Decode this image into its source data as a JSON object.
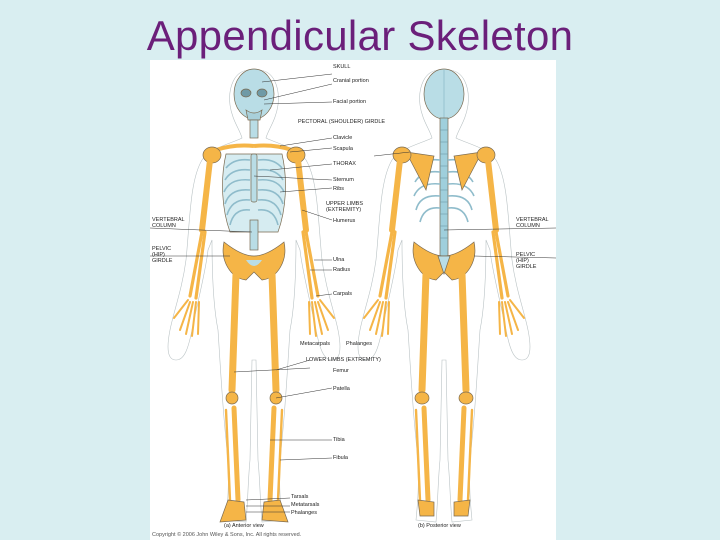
{
  "slide": {
    "title": "Appendicular Skeleton"
  },
  "figure": {
    "labels": {
      "skull": "SKULL",
      "cranial": "Cranial portion",
      "facial": "Facial portion",
      "pectoral": "PECTORAL (SHOULDER) GIRDLE",
      "clavicle": "Clavicle",
      "scapula": "Scapula",
      "thorax": "THORAX",
      "sternum": "Sternum",
      "ribs": "Ribs",
      "upper_limbs": "UPPER LIMBS\n(EXTREMITY)",
      "humerus": "Humerus",
      "vertebral_left": "VERTEBRAL\nCOLUMN",
      "vertebral_right": "VERTEBRAL\nCOLUMN",
      "pelvic_left": "PELVIC\n(HIP)\nGIRDLE",
      "pelvic_right": "PELVIC\n(HIP)\nGIRDLE",
      "ulna": "Ulna",
      "radius": "Radius",
      "carpals": "Carpals",
      "metacarpals": "Metacarpals",
      "phalanges_hand": "Phalanges",
      "lower_limbs": "LOWER LIMBS (EXTREMITY)",
      "femur": "Femur",
      "patella": "Patella",
      "tibia": "Tibia",
      "fibula": "Fibula",
      "tarsals": "Tarsals",
      "metatarsals": "Metatarsals",
      "phalanges_foot": "Phalanges",
      "anterior_caption": "(a) Anterior view",
      "posterior_caption": "(b) Posterior view",
      "copyright": "Copyright © 2006 John Wiley & Sons, Inc.  All rights reserved."
    },
    "colors": {
      "appendicular_bone": "#f5b547",
      "axial_bone": "#b9dde6",
      "outline": "#7a6a50",
      "leader_line": "#333333"
    }
  }
}
